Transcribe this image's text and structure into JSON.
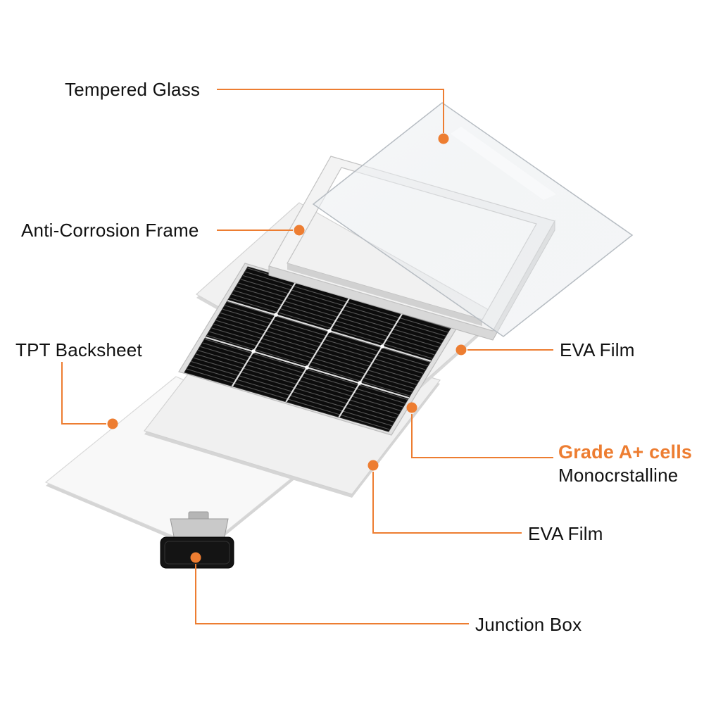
{
  "colors": {
    "accent": "#ED7D31",
    "panel_black": "#0c0c0c",
    "sheet_gray": "#f0f0f0",
    "frame_gray": "#f3f3f3"
  },
  "labels": {
    "tempered_glass": "Tempered Glass",
    "anti_corrosion_frame": "Anti-Corrosion Frame",
    "tpt_backsheet": "TPT Backsheet",
    "eva_film_top": "EVA Film",
    "grade_cells_title": "Grade A+ cells",
    "grade_cells_subtitle": "Monocrstalline",
    "eva_film_bottom": "EVA Film",
    "junction_box": "Junction Box"
  }
}
